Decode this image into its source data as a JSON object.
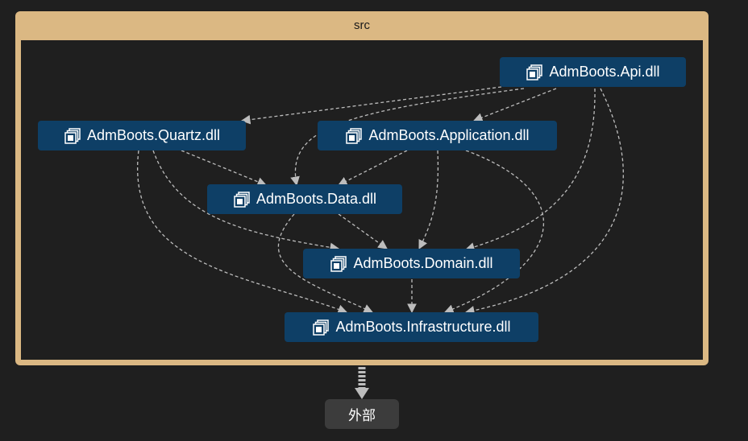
{
  "group": {
    "title": "src"
  },
  "nodes": {
    "api": {
      "label": "AdmBoots.Api.dll",
      "icon": "assembly-icon"
    },
    "quartz": {
      "label": "AdmBoots.Quartz.dll",
      "icon": "assembly-icon"
    },
    "application": {
      "label": "AdmBoots.Application.dll",
      "icon": "assembly-icon"
    },
    "data": {
      "label": "AdmBoots.Data.dll",
      "icon": "assembly-icon"
    },
    "domain": {
      "label": "AdmBoots.Domain.dll",
      "icon": "assembly-icon"
    },
    "infrastructure": {
      "label": "AdmBoots.Infrastructure.dll",
      "icon": "assembly-icon"
    }
  },
  "external": {
    "label": "外部"
  },
  "colors": {
    "group_border": "#dbb883",
    "node_fill": "#0e3f66",
    "external_fill": "#3c3c3c",
    "edge": "#bdbdbd",
    "background": "#1f1f1f"
  }
}
